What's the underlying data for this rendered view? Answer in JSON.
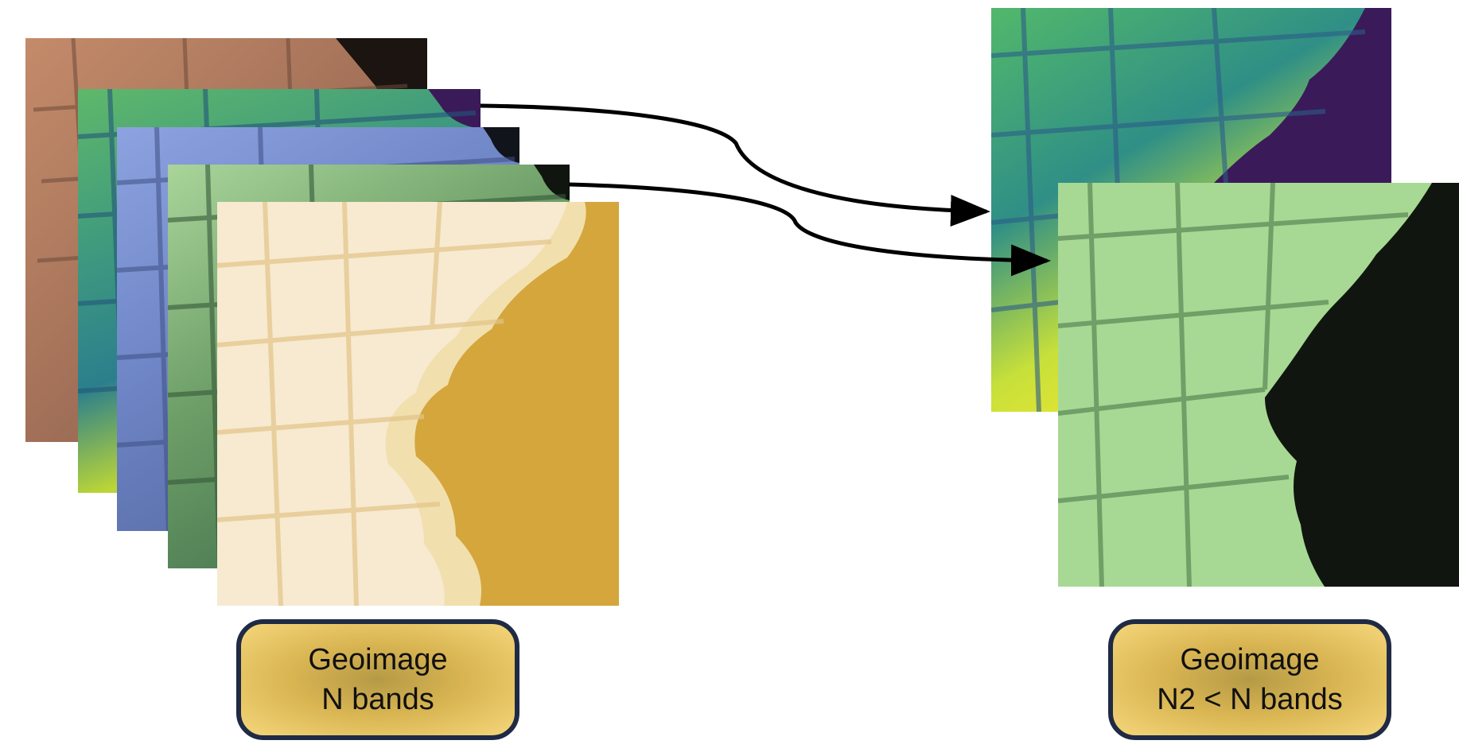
{
  "input_stack": {
    "bands": [
      {
        "name": "band-brown",
        "color": "#c48b6a"
      },
      {
        "name": "band-viridis",
        "color": "#3f9a7e"
      },
      {
        "name": "band-blue",
        "color": "#6f86c7"
      },
      {
        "name": "band-green",
        "color": "#6e9f68"
      },
      {
        "name": "band-yellow",
        "color": "#d4a63c"
      }
    ],
    "label": {
      "line1": "Geoimage",
      "line2": "N bands"
    }
  },
  "output_stack": {
    "bands": [
      {
        "name": "band-viridis",
        "color": "#3f9a7e"
      },
      {
        "name": "band-green",
        "color": "#a8d994"
      }
    ],
    "label": {
      "line1": "Geoimage",
      "line2": "N2 < N bands"
    }
  },
  "colors": {
    "label_border": "#1f2a44",
    "label_fill": "#f4d67a",
    "arrow": "#000000",
    "water_yellow_band": "#d4a63c",
    "water_viridis_band": "#3b1a5a",
    "water_green_band": "#10160f"
  }
}
